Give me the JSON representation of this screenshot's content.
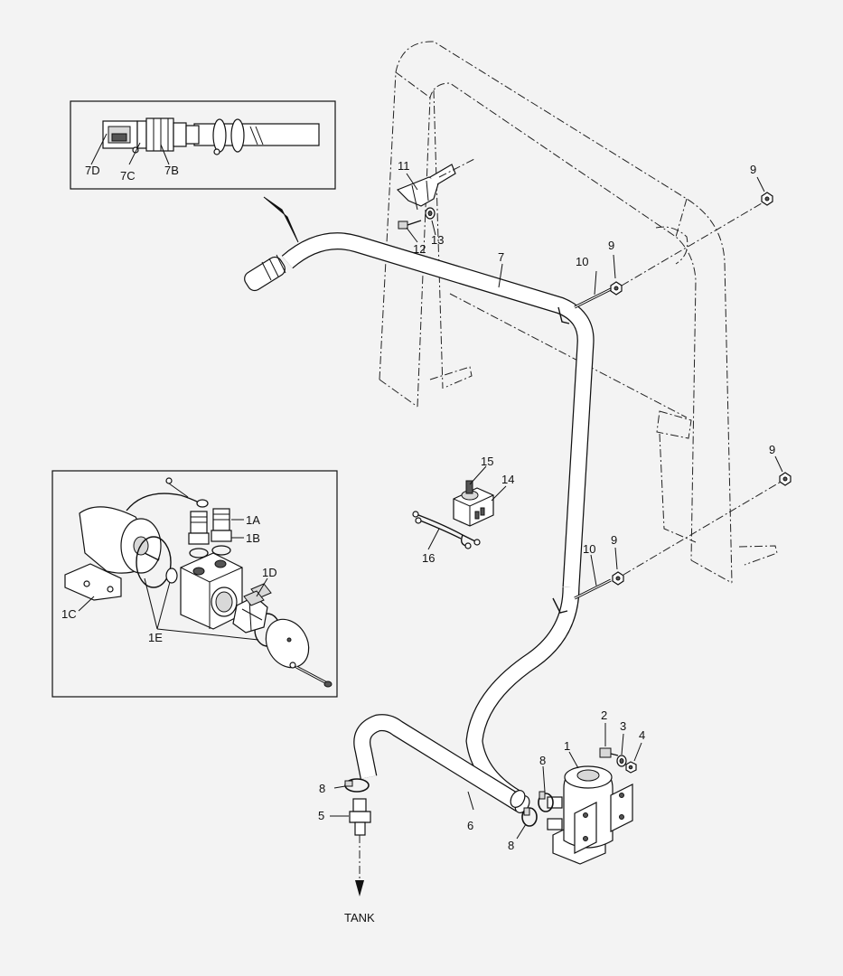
{
  "labels": {
    "7D": "7D",
    "7C": "7C",
    "7B": "7B",
    "11": "11",
    "12": "12",
    "13": "13",
    "7": "7",
    "9": "9",
    "10": "10",
    "15": "15",
    "14": "14",
    "16": "16",
    "1A": "1A",
    "1B": "1B",
    "1C": "1C",
    "1D": "1D",
    "1E": "1E",
    "1": "1",
    "2": "2",
    "3": "3",
    "4": "4",
    "5": "5",
    "6": "6",
    "8": "8"
  },
  "tank_label": "TANK"
}
